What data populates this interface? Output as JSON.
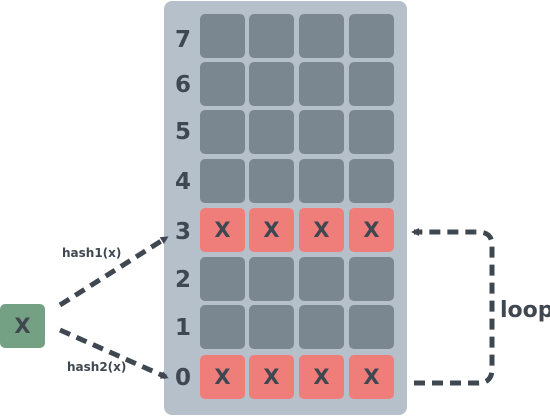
{
  "input": {
    "label": "X"
  },
  "rows": [
    {
      "label": "7",
      "cells": [
        "",
        "",
        "",
        ""
      ]
    },
    {
      "label": "6",
      "cells": [
        "",
        "",
        "",
        ""
      ]
    },
    {
      "label": "5",
      "cells": [
        "",
        "",
        "",
        ""
      ]
    },
    {
      "label": "4",
      "cells": [
        "",
        "",
        "",
        ""
      ]
    },
    {
      "label": "3",
      "cells": [
        "X",
        "X",
        "X",
        "X"
      ]
    },
    {
      "label": "2",
      "cells": [
        "",
        "",
        "",
        ""
      ]
    },
    {
      "label": "1",
      "cells": [
        "",
        "",
        "",
        ""
      ]
    },
    {
      "label": "0",
      "cells": [
        "X",
        "X",
        "X",
        "X"
      ]
    }
  ],
  "arrows": {
    "hash1": "hash1(x)",
    "hash2": "hash2(x)",
    "loop": "loop"
  },
  "colors": {
    "panel": "#b5c0cb",
    "empty_cell": "#7a8690",
    "filled_cell": "#ef7e7a",
    "input_box": "#74a083",
    "ink": "#3f4851"
  }
}
